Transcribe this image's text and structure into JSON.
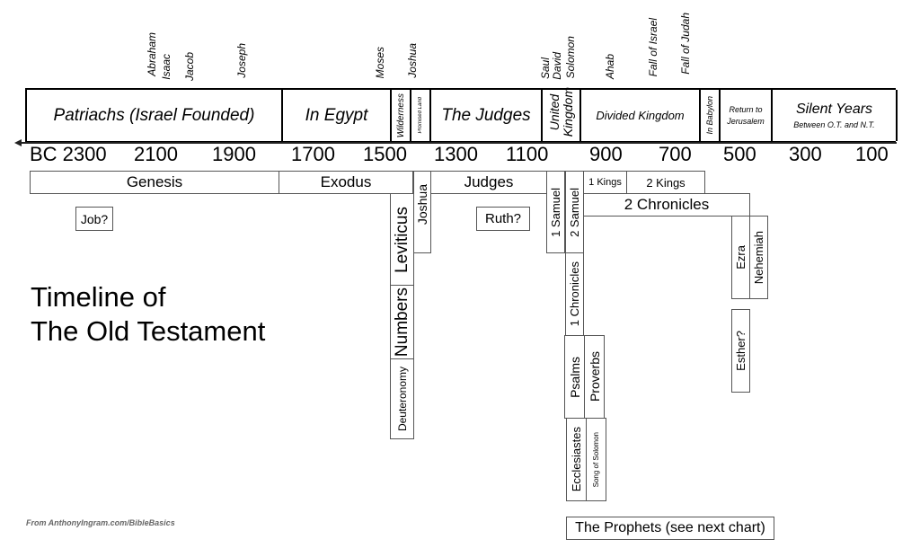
{
  "title": {
    "line1": "Timeline of",
    "line2": "The Old Testament"
  },
  "credit": "From AnthonyIngram.com/BibleBasics",
  "people": [
    "Abraham",
    "Isaac",
    "Jacob",
    "Joseph",
    "Moses",
    "Joshua",
    "Saul",
    "David",
    "Solomon",
    "Ahab",
    "Fall of Israel",
    "Fall of Judah"
  ],
  "eras": {
    "patriarchs": "Patriachs (Israel Founded)",
    "egypt": "In Egypt",
    "wilderness": "Wilderness",
    "promised_land": "Promised Land",
    "judges": "The Judges",
    "united_1": "United",
    "united_2": "Kingdom",
    "divided": "Divided Kingdom",
    "babylon": "In Babylon",
    "return_1": "Return to",
    "return_2": "Jerusalem",
    "silent": "Silent Years",
    "silent_sub": "Between O.T. and N.T."
  },
  "years": [
    "BC 2300",
    "2100",
    "1900",
    "1700",
    "1500",
    "1300",
    "1100",
    "900",
    "700",
    "500",
    "300",
    "100"
  ],
  "books": {
    "genesis": "Genesis",
    "exodus": "Exodus",
    "leviticus": "Leviticus",
    "numbers": "Numbers",
    "deuteronomy": "Deuteronomy",
    "joshua": "Joshua",
    "judges": "Judges",
    "ruth": "Ruth?",
    "job": "Job?",
    "samuel1": "1 Samuel",
    "samuel2": "2 Samuel",
    "kings1": "1 Kings",
    "kings2": "2 Kings",
    "chronicles1": "1 Chronicles",
    "chronicles2": "2 Chronicles",
    "ezra": "Ezra",
    "nehemiah": "Nehemiah",
    "esther": "Esther?",
    "psalms": "Psalms",
    "proverbs": "Proverbs",
    "ecclesiastes": "Ecclesiastes",
    "song": "Song of Solomon",
    "prophets": "The Prophets (see next chart)"
  }
}
